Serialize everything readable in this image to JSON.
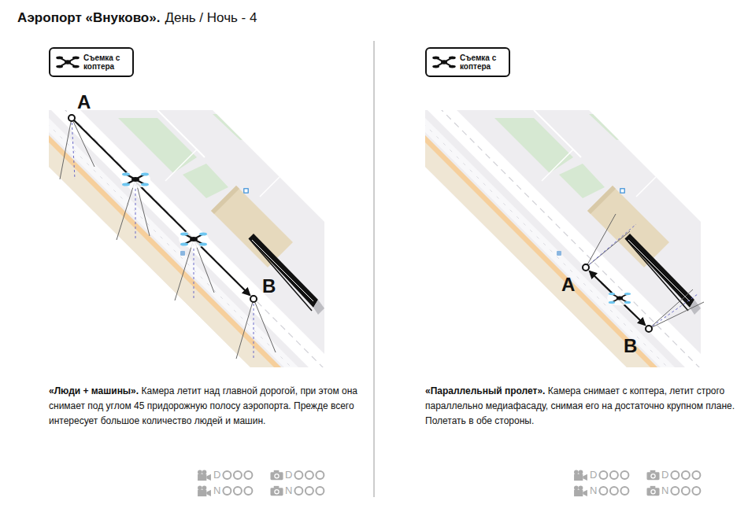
{
  "diagram": {
    "title": "Аэропорт «Внуково».",
    "nodes": [
      {
        "text": [
          "Съемка с коптера"
        ]
      },
      {
        "text": [
          "Съемка с коптера"
        ]
      }
    ],
    "labels": [
      "День / Ночь - 4",
      "A",
      "B",
      "«Люди + машины».",
      "Камера летит над главной дорогой, при этом она снимает под углом 45 придорожную полосу аэропорта. Прежде всего интересует большое количество людей и машин.",
      "D",
      "D",
      "N",
      "N",
      "A",
      "B",
      "«Параллельный пролет».",
      "Камера снимает с коптера, летит строго параллельно медиафасаду, снимая его на достаточно крупном плане. Полетать в обе стороны.",
      "D",
      "D",
      "N",
      "N"
    ]
  }
}
